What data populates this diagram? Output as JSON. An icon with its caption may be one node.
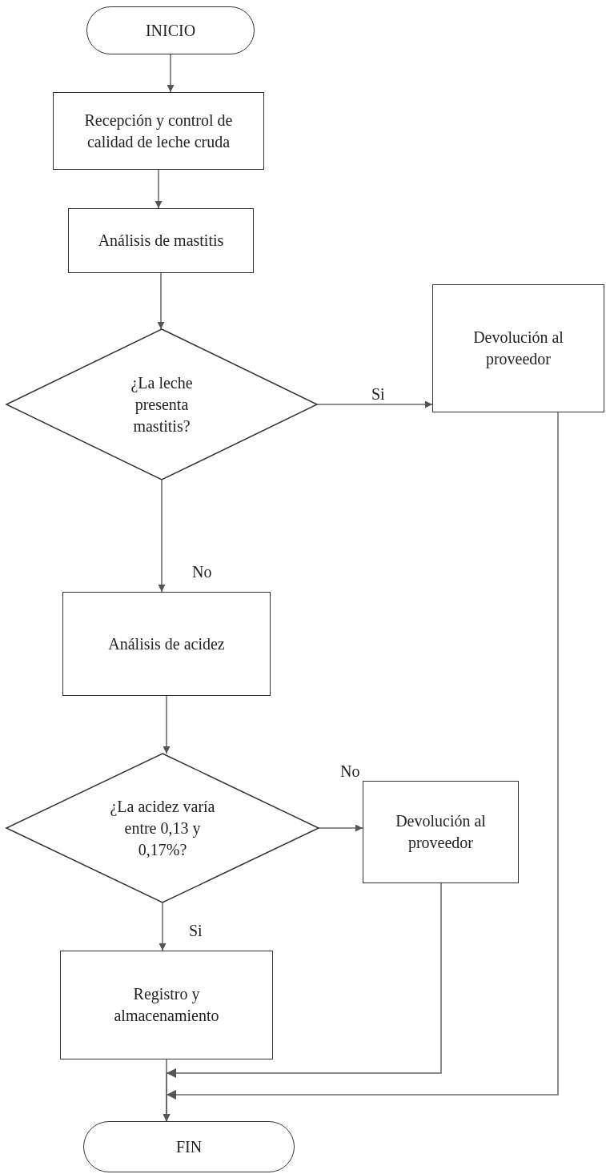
{
  "diagram": {
    "nodes": [
      {
        "text": [
          "INICIO"
        ]
      },
      {
        "text": [
          "Recepción y control de calidad de leche cruda"
        ]
      },
      {
        "text": [
          "Análisis de mastitis"
        ]
      },
      {
        "text": [
          "¿La leche presenta mastitis?"
        ]
      },
      {
        "text": [
          "Devolución al proveedor"
        ]
      },
      {
        "text": [
          "Análisis de acidez"
        ]
      },
      {
        "text": [
          "¿La acidez varía entre 0,13 y 0,17%?"
        ]
      },
      {
        "text": [
          "Devolución al proveedor"
        ]
      },
      {
        "text": [
          "Registro y almacenamiento"
        ]
      },
      {
        "text": [
          "FIN"
        ]
      }
    ],
    "edges": [
      {
        "from": 0,
        "to": 1,
        "arrow": "to"
      },
      {
        "from": 1,
        "to": 2,
        "arrow": "to"
      },
      {
        "from": 2,
        "to": 3,
        "arrow": "to"
      },
      {
        "from": 3,
        "to": 4,
        "arrow": "to",
        "label": "Si"
      },
      {
        "from": 3,
        "to": 5,
        "arrow": "to",
        "label": "No"
      },
      {
        "from": 5,
        "to": 6,
        "arrow": "to"
      },
      {
        "from": 6,
        "to": 7,
        "arrow": "to",
        "label": "No"
      },
      {
        "from": 6,
        "to": 8,
        "arrow": "to",
        "label": "Si"
      },
      {
        "from": 8,
        "to": 9,
        "arrow": "to"
      },
      {
        "from": 7,
        "to": 9,
        "arrow": "to"
      },
      {
        "from": 4,
        "to": 9,
        "arrow": "to"
      }
    ]
  }
}
